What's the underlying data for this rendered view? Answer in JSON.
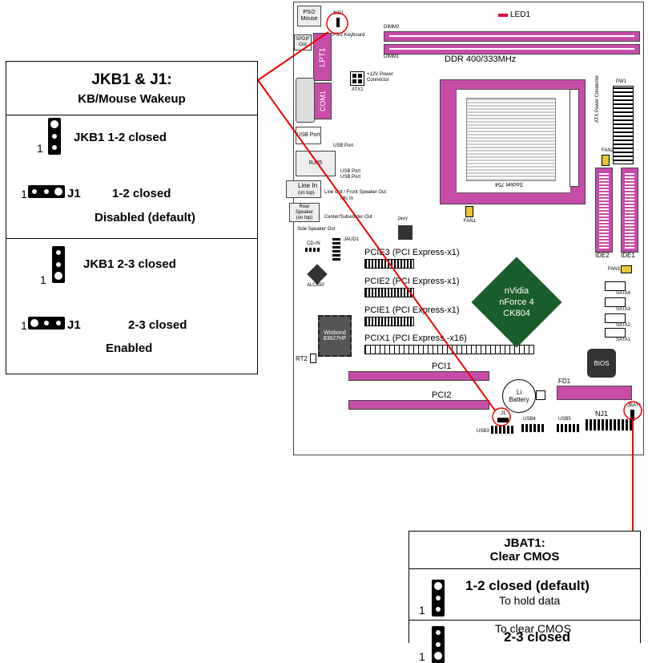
{
  "board": {
    "ps2_mouse": "PS/2\nMouse",
    "ps2_keyboard": "PS/2 Keyboard",
    "jkb1_small": "JKB1",
    "spdif": "SPDIF\nOut",
    "lpt1": "LPT1",
    "com1": "COM1",
    "usb_port": "USB Port",
    "usb_port_lbl": "USB Port",
    "rj45": "RJ45",
    "usb_port_lbl2": "USB Port",
    "usb_port_lbl3": "USB Port",
    "line_in": "Line In",
    "on_top": "(on top)",
    "line_out": "Line Out / Front Speaker Out",
    "mic_in": "Mic In",
    "rear_speaker": "Rear\nSpeaker\n(on top)",
    "center_sub": "Center/Subwoofer Out",
    "side_speaker": "Side Speaker Out",
    "atx_power": "+12V Power\nConnector",
    "atx1": "ATX1",
    "dimm2": "DIMM2",
    "dimm1": "DIMM1",
    "ddr": "DDR 400/333MHz",
    "led1": "LED1",
    "pw1": "PW1",
    "atx_connector": "ATX Power Connector",
    "socket": "Socket 754",
    "fan2": "FAN2",
    "fan1": "FAN1",
    "phy": "PHY",
    "cd_in": "CD-IN",
    "jaud1": "JAUD1",
    "alc850": "ALC850",
    "pcie3": "PCIE3 (PCI Express-x1)",
    "pcie2": "PCIE2 (PCI Express-x1)",
    "pcie1": "PCIE1 (PCI Express-x1)",
    "pcix1": "PCIX1 (PCI Express -x16)",
    "winbond": "Winbond\n83627HF",
    "nvidia": "nVidia\nnForce 4\nCK804",
    "ide2": "IDE2",
    "ide1": "IDE1",
    "fan3": "FAN3",
    "sata4": "SATA4",
    "sata3": "SATA3",
    "sata2": "SATA2",
    "sata1": "SATA1",
    "bios": "BIOS",
    "rt2": "RT2",
    "pci1": "PCI1",
    "pci2": "PCI2",
    "battery": "Li\nBattery",
    "fd1": "FD1",
    "j1": "J1",
    "usb3": "USB3",
    "usb4": "USB4",
    "usb5": "USB5",
    "nj1": "NJ1",
    "jbat1_small": "JBAT1"
  },
  "left_panel": {
    "title": "JKB1 & J1:",
    "subtitle": "KB/Mouse Wakeup",
    "jkb1_12": "JKB1  1-2 closed",
    "j1_12_label": "J1",
    "j1_12": "1-2 closed",
    "disabled": "Disabled (default)",
    "jkb1_23": "JKB1  2-3 closed",
    "j1_23_label": "J1",
    "j1_23": "2-3 closed",
    "enabled": "Enabled",
    "pin1": "1"
  },
  "right_panel": {
    "title": "JBAT1:",
    "subtitle": "Clear CMOS",
    "closed12": "1-2 closed (default)",
    "hold": "To hold data",
    "closed23": "2-3 closed",
    "clear": "To clear CMOS",
    "pin1": "1"
  },
  "colors": {
    "slot": "#c64ca8",
    "chip": "#1a5d2c",
    "led": "#e0003c"
  }
}
